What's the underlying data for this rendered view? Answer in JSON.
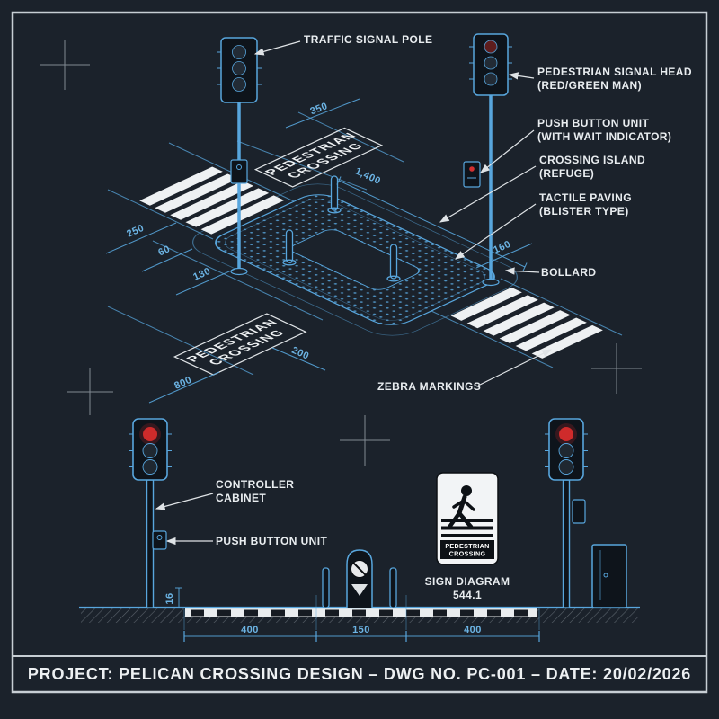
{
  "colors": {
    "background": "#1b222b",
    "line": "#58a6dd",
    "text": "#e9edf0",
    "signal_red": "#cf2b2b"
  },
  "title_block": {
    "text": "PROJECT: PELICAN CROSSING DESIGN – DWG NO. PC-001 – DATE: 20/02/2026"
  },
  "callouts": {
    "traffic_signal_pole": "TRAFFIC SIGNAL POLE",
    "pedestrian_signal_head_1": "PEDESTRIAN SIGNAL HEAD",
    "pedestrian_signal_head_2": "(RED/GREEN MAN)",
    "push_button_top_1": "PUSH BUTTON UNIT",
    "push_button_top_2": "(WITH WAIT INDICATOR)",
    "crossing_island_1": "CROSSING ISLAND",
    "crossing_island_2": "(REFUGE)",
    "tactile_paving_1": "TACTILE PAVING",
    "tactile_paving_2": "(BLISTER TYPE)",
    "bollard": "BOLLARD",
    "zebra_markings": "ZEBRA MARKINGS",
    "controller_cabinet_1": "CONTROLLER",
    "controller_cabinet_2": "CABINET",
    "push_button_bottom": "PUSH BUTTON UNIT",
    "sign_diagram_1": "SIGN DIAGRAM",
    "sign_diagram_2": "544.1"
  },
  "road_markings": {
    "top_line1": "PEDESTRIAN",
    "top_line2": "CROSSING",
    "bottom_line1": "PEDESTRIAN",
    "bottom_line2": "CROSSING"
  },
  "sign": {
    "line1": "PEDESTRIAN",
    "line2": "CROSSING"
  },
  "dimensions": {
    "plan": {
      "top_width": "350",
      "island_length": "1,400",
      "left_a": "250",
      "left_b": "60",
      "left_c": "130",
      "right_width": "160",
      "road_width": "800",
      "island_b": "200"
    },
    "elevation": {
      "left_span": "400",
      "center_span": "150",
      "right_span": "400",
      "kerb_height": "16"
    }
  }
}
